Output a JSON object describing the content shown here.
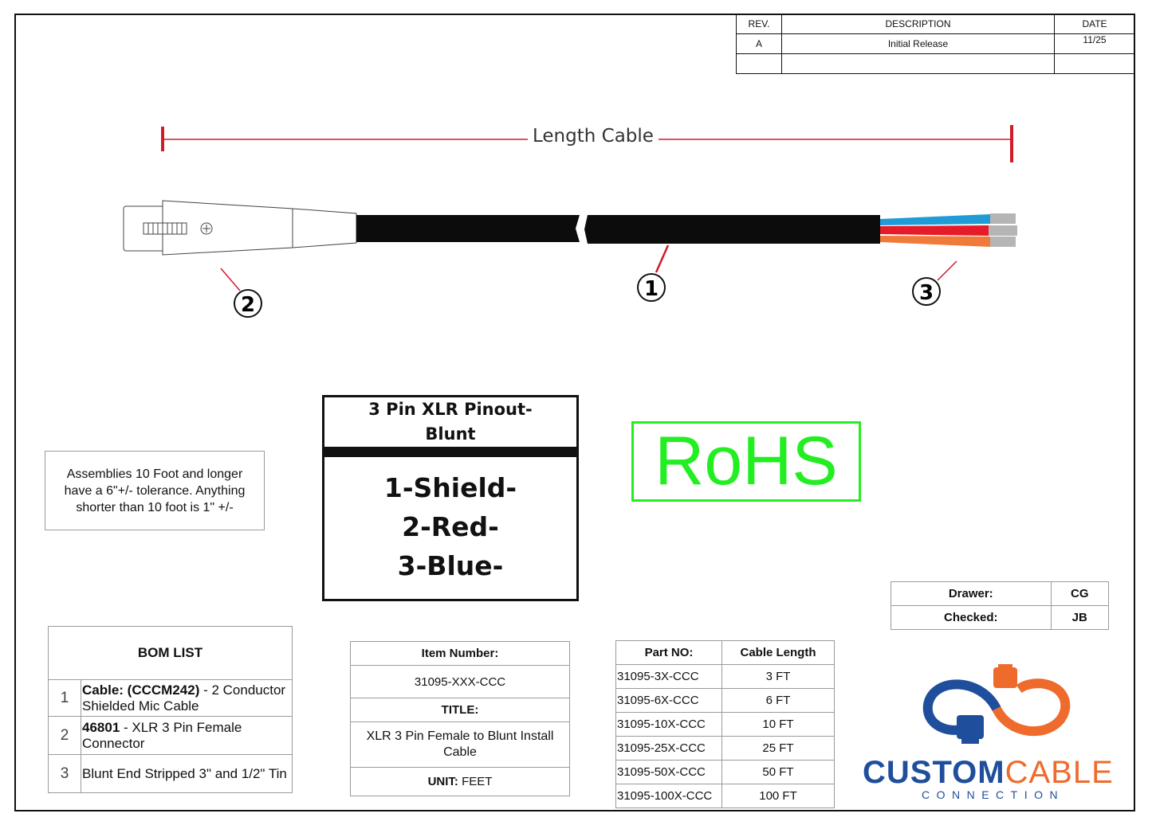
{
  "revision_table": {
    "headers": {
      "rev": "REV.",
      "description": "DESCRIPTION",
      "date": "DATE"
    },
    "rows": [
      {
        "rev": "A",
        "description": "Initial Release",
        "date": "11/25"
      },
      {
        "rev": "",
        "description": "",
        "date": ""
      }
    ]
  },
  "drawing": {
    "length_label": "Length Cable",
    "balloons": {
      "cable": "1",
      "connector": "2",
      "ends": "3"
    },
    "wire_colors": {
      "blue": "#1f9bd6",
      "red": "#e51b2a",
      "orange": "#f07a3a",
      "jacket": "#0c0c0c",
      "tip": "#b5b5b5",
      "dimension": "#d11a2a"
    }
  },
  "tolerance_note": "Assemblies 10 Foot and longer have a 6\"+/- tolerance. Anything shorter than 10 foot is 1\" +/-",
  "pinout": {
    "title": "3 Pin XLR Pinout- Blunt",
    "lines": [
      "1-Shield-",
      "2-Red-",
      "3-Blue-"
    ]
  },
  "rohs": {
    "label": "RoHS",
    "color": "#22ee22"
  },
  "signoff": {
    "drawer_label": "Drawer:",
    "drawer_value": "CG",
    "checked_label": "Checked:",
    "checked_value": "JB"
  },
  "bom": {
    "title": "BOM LIST",
    "items": [
      {
        "num": "1",
        "bold": "Cable: (CCCM242)",
        "text": " - 2 Conductor Shielded Mic Cable"
      },
      {
        "num": "2",
        "bold": "46801",
        "text": " - XLR 3 Pin Female Connector"
      },
      {
        "num": "3",
        "bold": "",
        "text": "Blunt End Stripped 3\" and 1/2\" Tin"
      }
    ]
  },
  "item_info": {
    "item_number_label": "Item Number:",
    "item_number_value": "31095-XXX-CCC",
    "title_label": "TITLE:",
    "title_value": "XLR 3 Pin Female to Blunt Install Cable",
    "unit_label": "UNIT:",
    "unit_value": " FEET"
  },
  "parts": {
    "headers": {
      "part": "Part NO:",
      "length": "Cable Length"
    },
    "rows": [
      {
        "part": "31095-3X-CCC",
        "length": "3 FT"
      },
      {
        "part": "31095-6X-CCC",
        "length": "6 FT"
      },
      {
        "part": "31095-10X-CCC",
        "length": "10 FT"
      },
      {
        "part": "31095-25X-CCC",
        "length": "25 FT"
      },
      {
        "part": "31095-50X-CCC",
        "length": "50 FT"
      },
      {
        "part": "31095-100X-CCC",
        "length": "100 FT"
      }
    ]
  },
  "brand": {
    "word1": "CUSTOM",
    "word2": "CABLE",
    "sub": "CONNECTION",
    "blue": "#1f4e9c",
    "orange": "#ef6b2c"
  }
}
